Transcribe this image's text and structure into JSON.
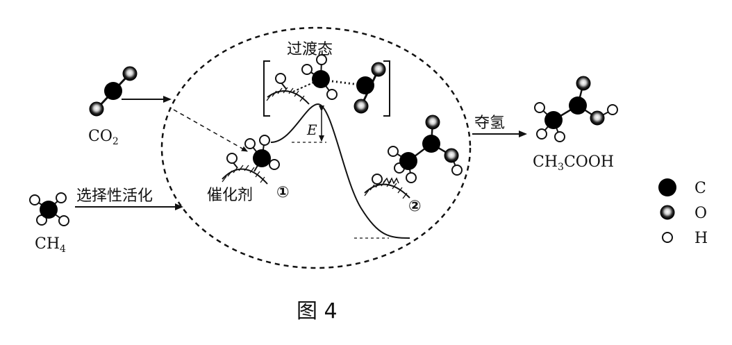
{
  "diagram": {
    "transition_state_label": "过渡态",
    "co2_label_main": "CO",
    "co2_label_sub": "2",
    "ch4_label_main": "CH",
    "ch4_label_sub": "4",
    "selective_activation_label": "选择性活化",
    "catalyst_label": "催化剂",
    "energy_label": "E",
    "step1_label": "①",
    "step2_label": "②",
    "dehydrogenation_label": "夺氢",
    "product_label_a": "CH",
    "product_label_sub": "3",
    "product_label_b": "COOH",
    "figure_caption": "图 4"
  },
  "legend": {
    "items": [
      {
        "atom": "carbon",
        "label": "C"
      },
      {
        "atom": "oxygen",
        "label": "O"
      },
      {
        "atom": "hydrogen",
        "label": "H"
      }
    ]
  },
  "colors": {
    "carbon": "#000000",
    "oxygen_edge": "#000000",
    "oxygen_center": "#ffffff",
    "hydrogen_fill": "#ffffff",
    "line": "#111111"
  }
}
